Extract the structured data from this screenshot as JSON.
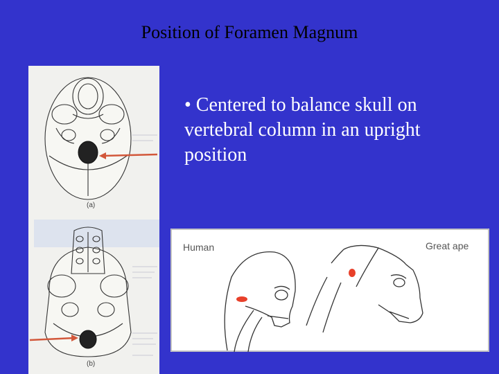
{
  "slide": {
    "title": "Position of Foramen Magnum",
    "bullet": "• Centered to balance skull on vertebral column in an upright position"
  },
  "left_figure": {
    "label_a": "(a)",
    "label_b": "(b)"
  },
  "right_figure": {
    "label_human": "Human",
    "label_ape": "Great ape"
  },
  "colors": {
    "background": "#3333cc",
    "arrow": "#d2573a",
    "foramen_marker": "#e8402a"
  }
}
